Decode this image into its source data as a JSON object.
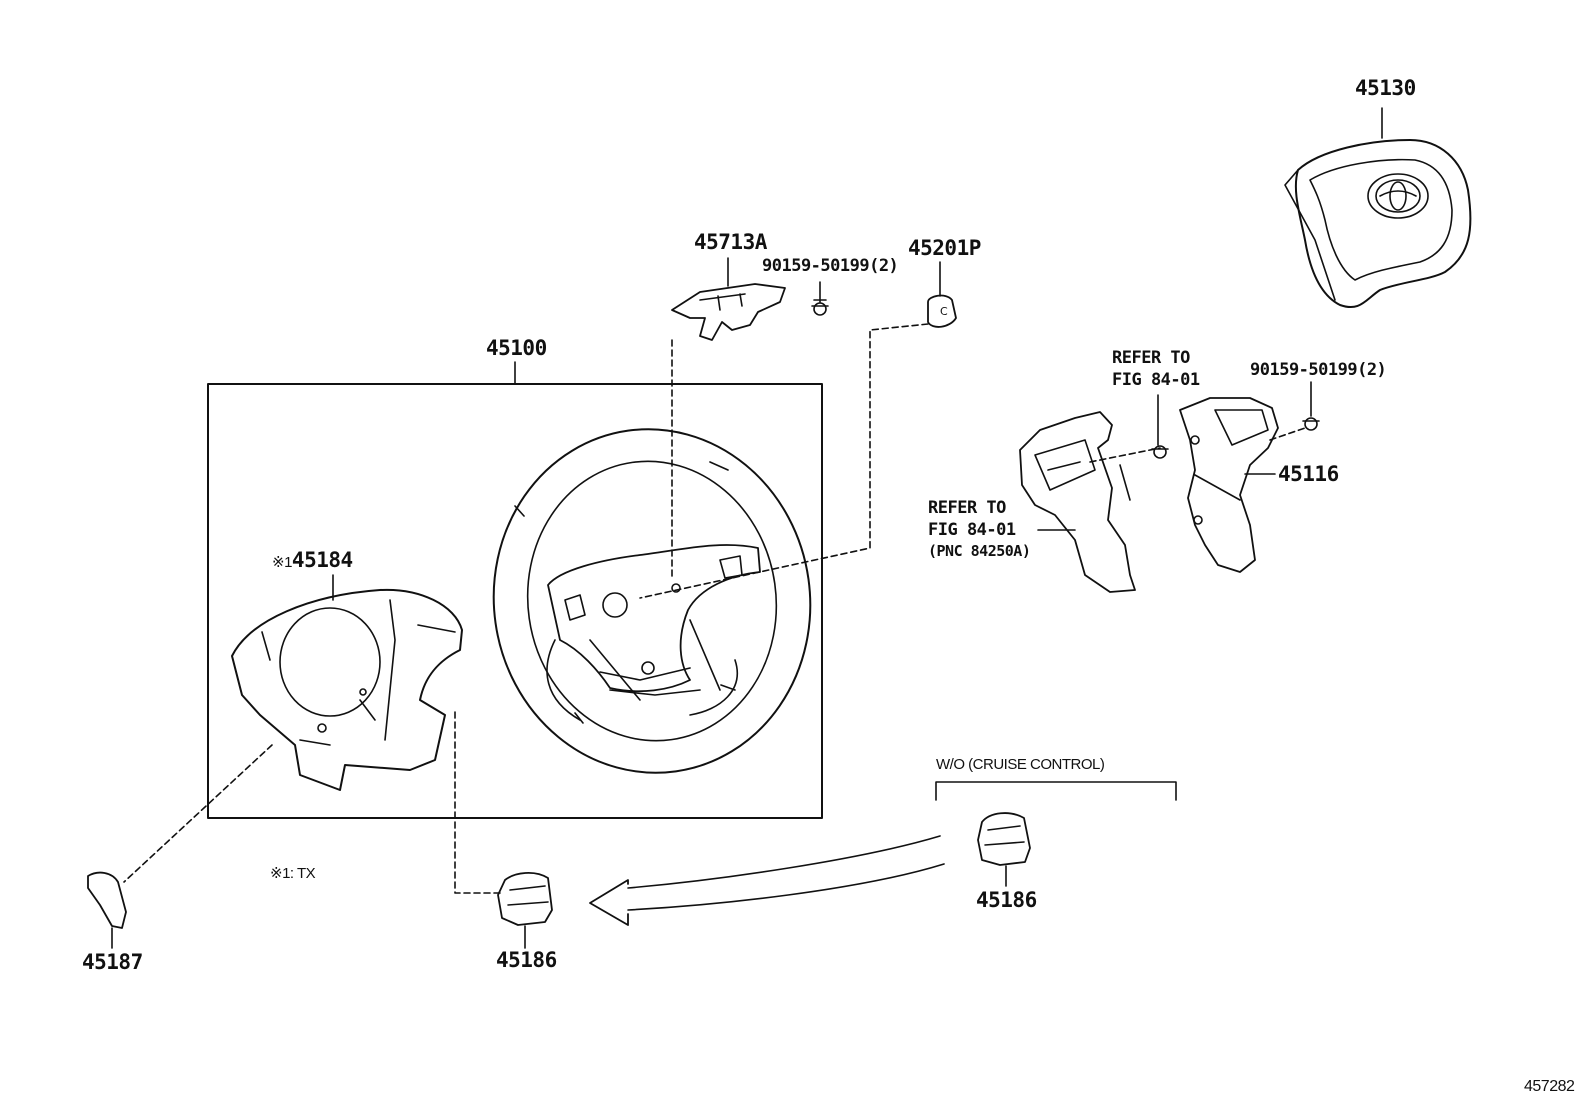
{
  "diagram": {
    "drawing_number": "457282",
    "parts": {
      "p45130": "45130",
      "p45713A": "45713A",
      "p90159_top": "90159-50199(2)",
      "p45201P": "45201P",
      "p45100": "45100",
      "p45184_mark": "※1",
      "p45184": "45184",
      "refer1_line1": "REFER TO",
      "refer1_line2": "FIG 84-01",
      "p90159_right": "90159-50199(2)",
      "p45116": "45116",
      "refer2_line1": "REFER TO",
      "refer2_line2": "FIG 84-01",
      "refer2_line3": "(PNC 84250A)",
      "wo_cruise": "W/O (CRUISE CONTROL)",
      "p45186_right": "45186",
      "note_tx": "※1: TX",
      "p45187": "45187",
      "p45186_bottom": "45186"
    }
  }
}
